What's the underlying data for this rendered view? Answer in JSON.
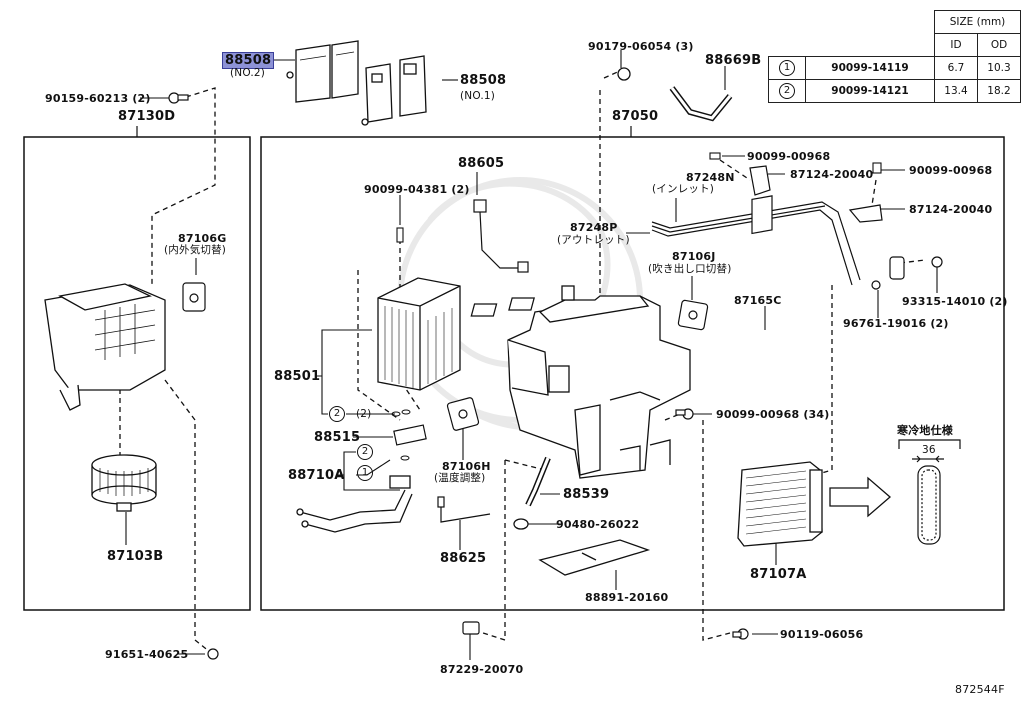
{
  "figure_id": "872544F",
  "size_table": {
    "header": "SIZE (mm)",
    "col_id": "ID",
    "col_od": "OD",
    "rows": [
      {
        "marker": "1",
        "part": "90099-14119",
        "id": "6.7",
        "od": "10.3"
      },
      {
        "marker": "2",
        "part": "90099-14121",
        "id": "13.4",
        "od": "18.2"
      }
    ]
  },
  "left_box": {
    "title": "87130D"
  },
  "right_box": {
    "title": "87050"
  },
  "labels": {
    "filter_no2": "88508",
    "filter_no2_sub": "(NO.2)",
    "filter_no1": "88508",
    "filter_no1_sub": "(NO.1)",
    "bolt_top_left": "90159-60213 (2)",
    "clip_top": "90179-06054 (3)",
    "hose_top": "88669B",
    "servo_g": "87106G",
    "servo_g_sub": "(内外気切替)",
    "blower_motor": "87103B",
    "screw_bottom_left": "91651-40625",
    "harness": "88605",
    "screw_evap": "90099-04381 (2)",
    "evaporator": "88501",
    "oring_2": "(2)",
    "expansion_valve": "88515",
    "valve_kit": "88710A",
    "servo_h": "87106H",
    "servo_h_sub": "(温度調整)",
    "sensor": "88625",
    "drain_hose": "88539",
    "grommet": "90480-26022",
    "cover": "88891-20160",
    "clip_bottom": "87229-20070",
    "screw_bottom": "90119-06056",
    "pipe_inlet": "87248N",
    "pipe_inlet_sub": "(インレット)",
    "pipe_outlet": "87248P",
    "pipe_outlet_sub": "(アウトレット)",
    "servo_j": "87106J",
    "servo_j_sub": "(吹き出し口切替)",
    "resistor": "87165C",
    "screw_a": "90099-00968",
    "bracket_a": "87124-20040",
    "screw_b": "90099-00968",
    "bracket_b": "87124-20040",
    "screw_c": "93315-14010 (2)",
    "oring_pipe": "96761-19016 (2)",
    "screw_case": "90099-00968 (34)",
    "heater_core": "87107A",
    "cold_spec": "寒冷地仕様",
    "cold_dim": "36"
  },
  "markers": {
    "one": "1",
    "two": "2"
  },
  "colors": {
    "highlight": "#8d92d6",
    "ink": "#111111",
    "watermark": "#e6e6e6"
  }
}
